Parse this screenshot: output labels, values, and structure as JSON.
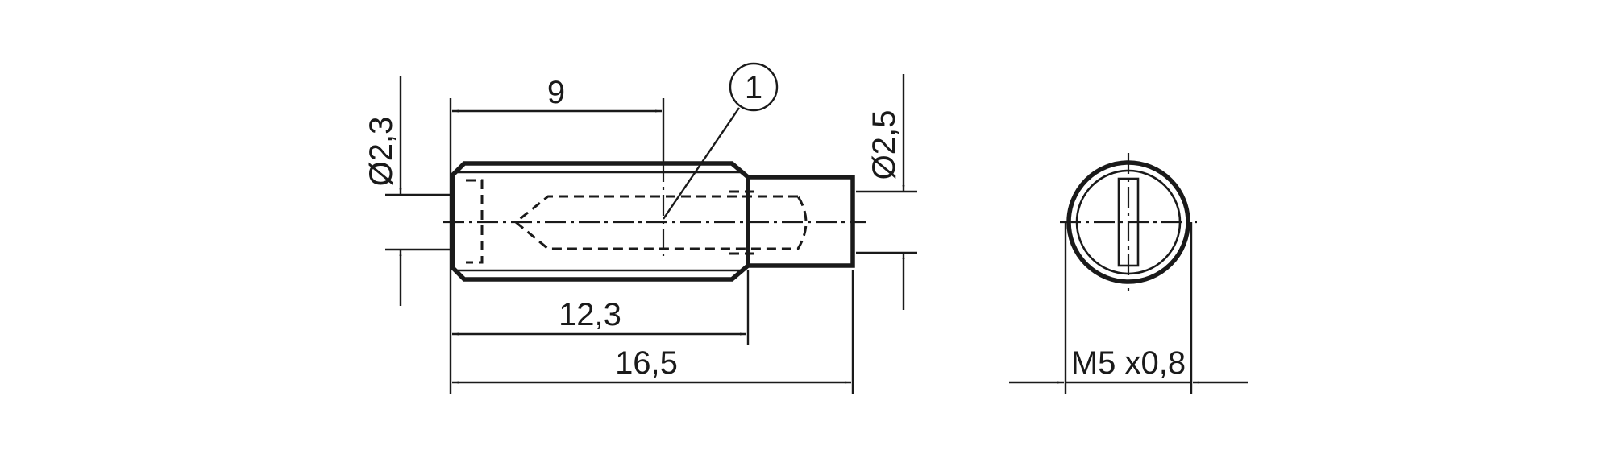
{
  "drawing": {
    "callout_number": "1",
    "dimensions": {
      "diameter_left": "Ø2,3",
      "diameter_right": "Ø2,5",
      "length_9": "9",
      "length_12_3": "12,3",
      "length_16_5": "16,5",
      "thread": "M5 x0,8"
    }
  }
}
